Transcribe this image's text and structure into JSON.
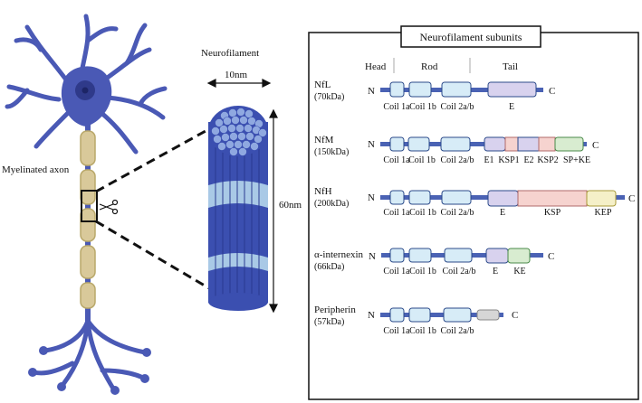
{
  "left": {
    "neuron_label": "Myelinated axon",
    "neurofilament_label": "Neurofilament",
    "width_label": "10nm",
    "length_label": "60nm",
    "colors": {
      "neuron": "#4a59b5",
      "neuron_dark": "#2f3a8a",
      "myelin": "#d9c99a",
      "filament_dark": "#3b4fb0",
      "filament_light": "#a9c9e6"
    }
  },
  "right": {
    "title": "Neurofilament subunits",
    "domain_headers": [
      "Head",
      "Rod",
      "Tail"
    ],
    "colors": {
      "backbone": "#4a62b4",
      "coil": "#d7ecf7",
      "E": "#d8d2ee",
      "KSP": "#f6d3cf",
      "KE": "#d8ecd0",
      "KEP": "#f5f0c8",
      "peripherin_tail": "#d6d6d6"
    },
    "proteins": [
      {
        "name": "NfL",
        "mass": "(70kDa)",
        "n": "N",
        "c": "C",
        "labels": [
          "Coil 1a",
          "Coil 1b",
          "Coil 2a/b",
          "E"
        ]
      },
      {
        "name": "NfM",
        "mass": "(150kDa)",
        "n": "N",
        "c": "C",
        "labels": [
          "Coil 1a",
          "Coil 1b",
          "Coil 2a/b",
          "E1",
          "KSP1",
          "E2",
          "KSP2",
          "SP+KE"
        ]
      },
      {
        "name": "NfH",
        "mass": "(200kDa)",
        "n": "N",
        "c": "C",
        "labels": [
          "Coil 1a",
          "Coil 1b",
          "Coil 2a/b",
          "E",
          "KSP",
          "KEP"
        ]
      },
      {
        "name": "α-internexin",
        "mass": "(66kDa)",
        "n": "N",
        "c": "C",
        "labels": [
          "Coil 1a",
          "Coil 1b",
          "Coil 2a/b",
          "E",
          "KE"
        ]
      },
      {
        "name": "Peripherin",
        "mass": "(57kDa)",
        "n": "N",
        "c": "C",
        "labels": [
          "Coil 1a",
          "Coil 1b",
          "Coil 2a/b"
        ]
      }
    ]
  }
}
